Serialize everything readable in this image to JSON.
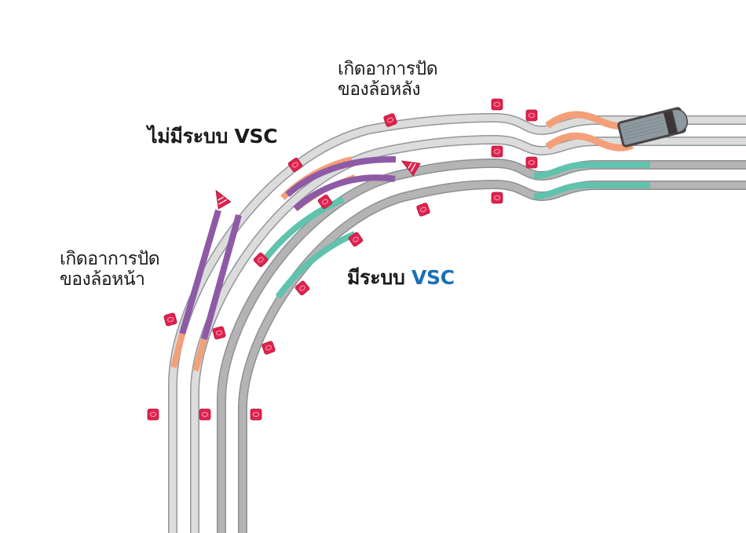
{
  "labels": {
    "rear_skid_line1": "เกิดอาการปัด",
    "rear_skid_line2": "ของล้อหลัง",
    "front_skid_line1": "เกิดอาการปัด",
    "front_skid_line2": "ของล้อหน้า",
    "no_vsc_prefix": "ไม่มีระบบ",
    "no_vsc_suffix": "VSC",
    "with_vsc_prefix": "มีระบบ",
    "with_vsc_suffix": "VSC"
  },
  "colors": {
    "track_no_vsc": "#dcdcdc",
    "track_with_vsc": "#b4b4b4",
    "track_edge": "#8f979b",
    "rear_skid_path": "#f3a07a",
    "front_skid_path": "#8e5aa6",
    "vsc_path": "#5fc3ad",
    "marker": "#e0224e",
    "cone": "#e0224e",
    "car_body": "#8d989f",
    "car_dark": "#4a4347",
    "vsc_text": "#1a6fb8"
  },
  "icons": {
    "marker": "cone-marker-square",
    "cone": "traffic-cone",
    "car": "minivan-top-view"
  }
}
